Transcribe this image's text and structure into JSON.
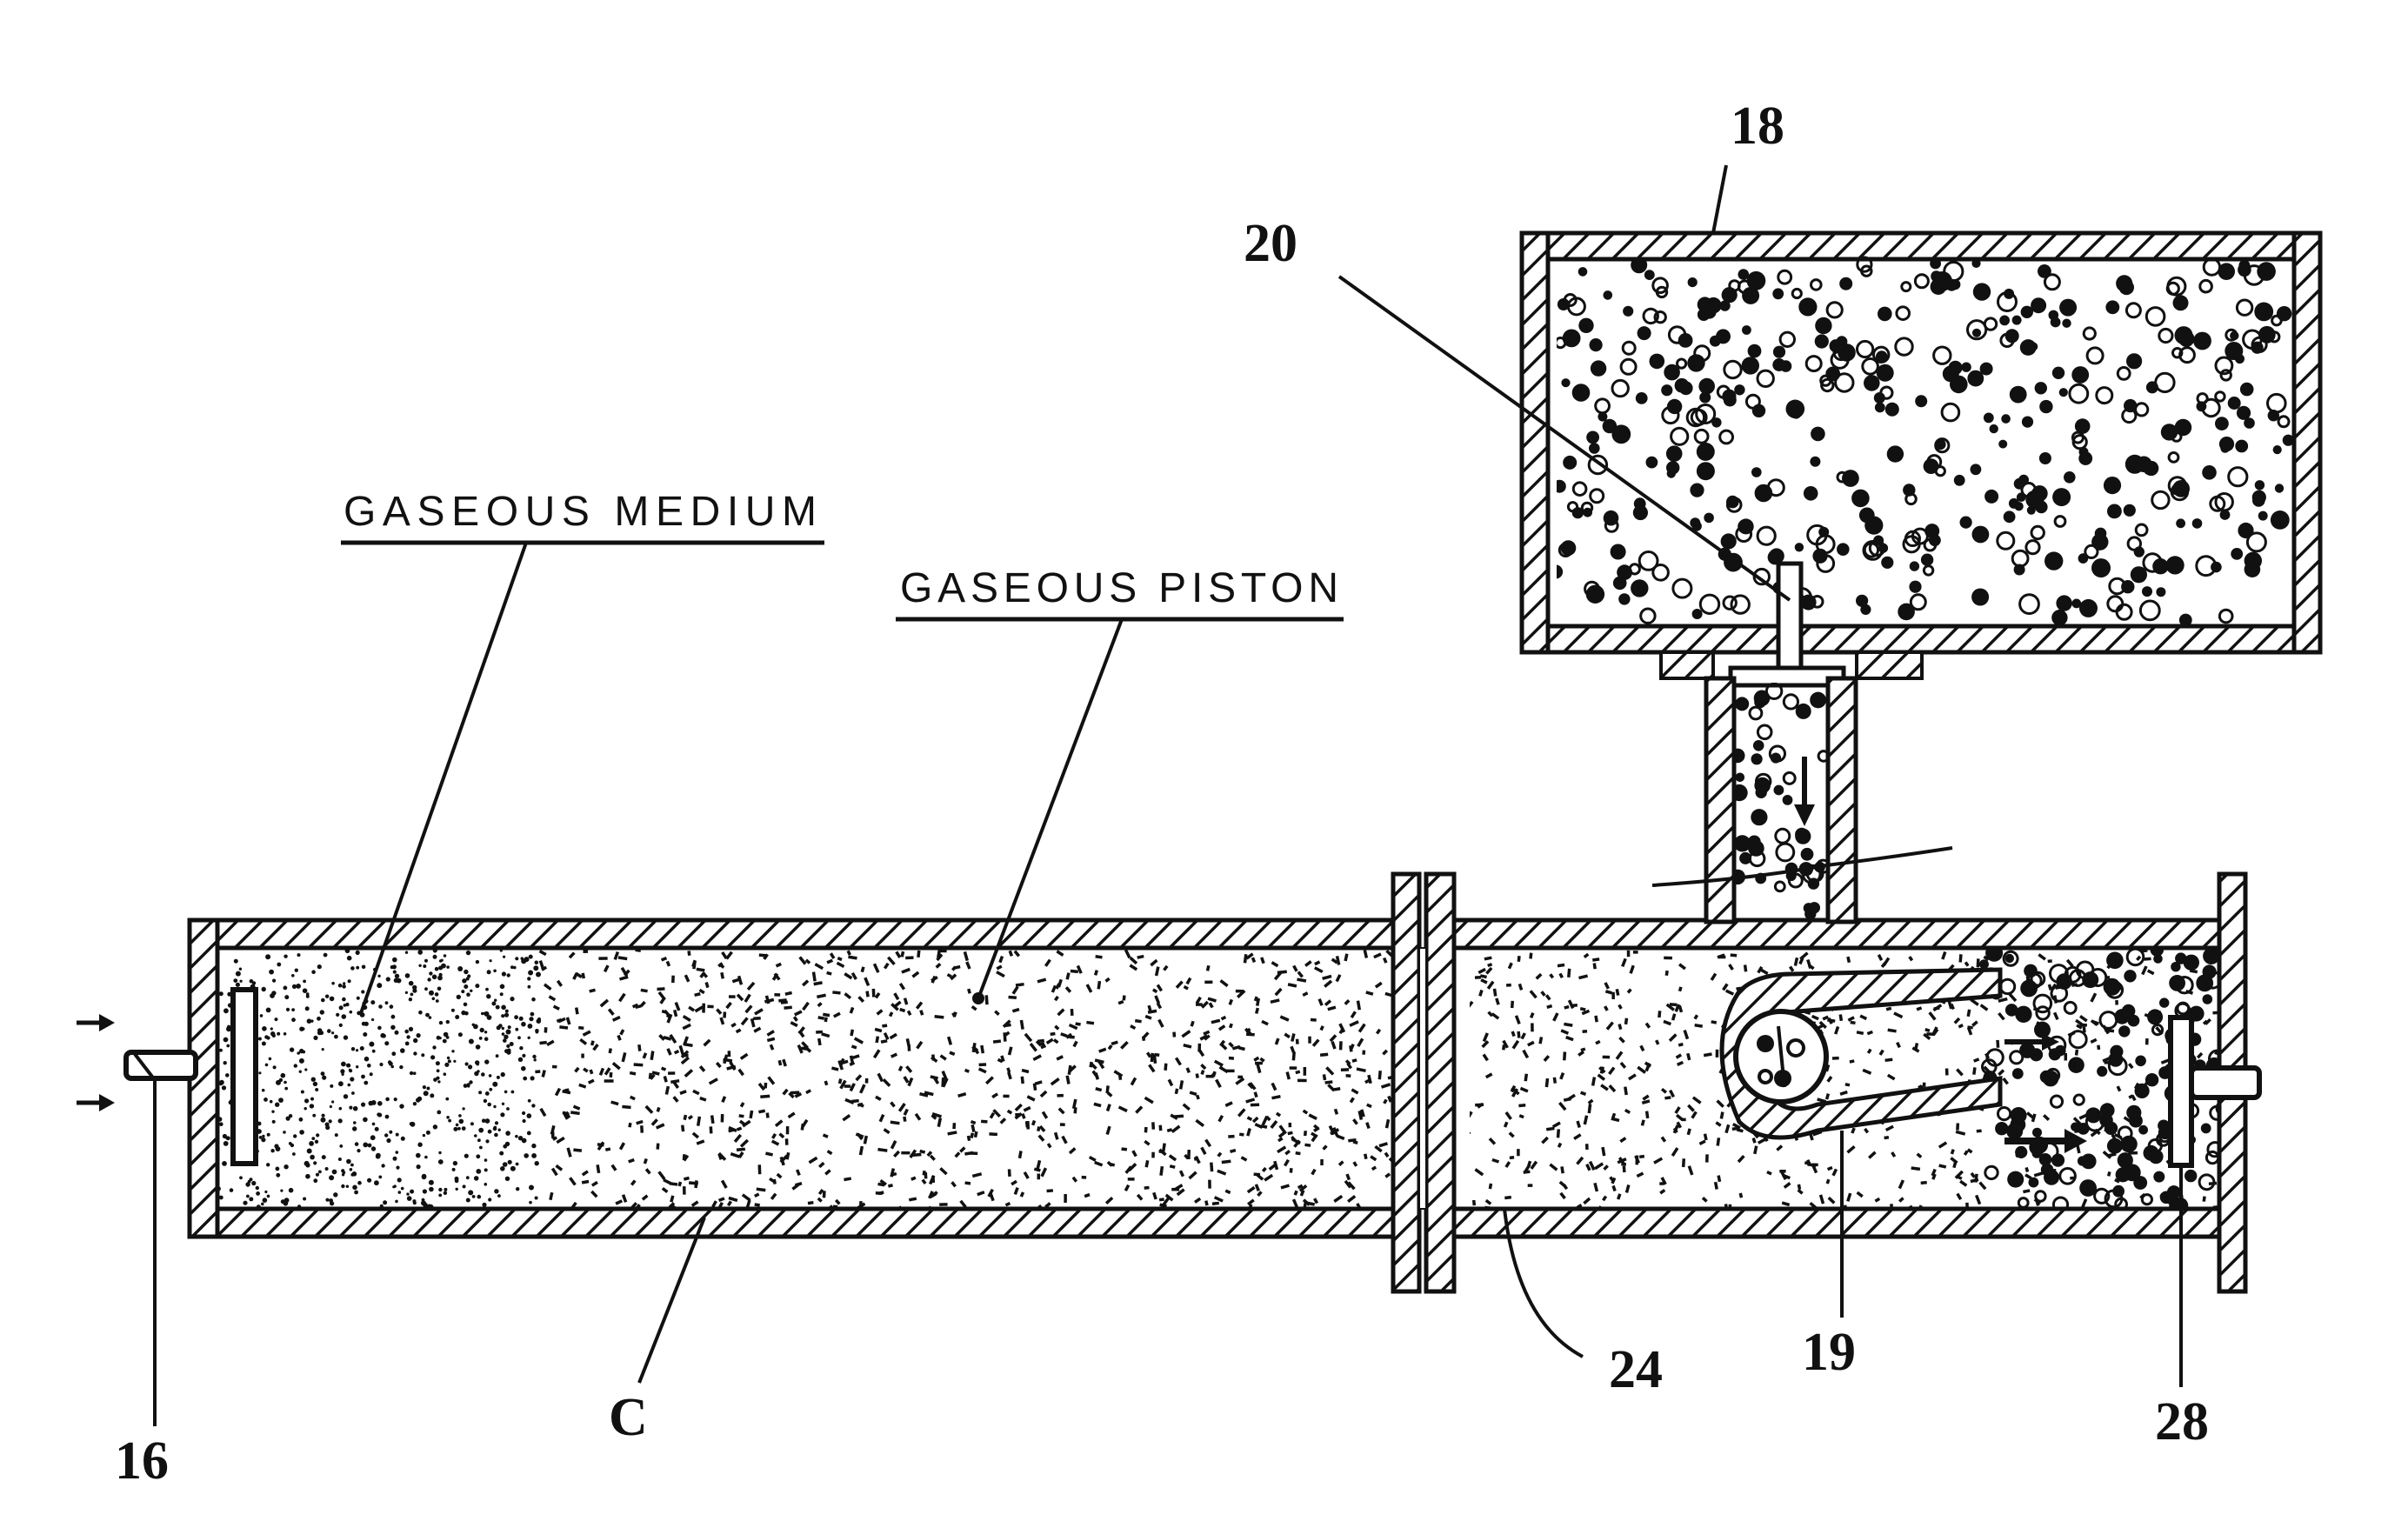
{
  "labels": {
    "gaseous_medium": "GASEOUS  MEDIUM",
    "gaseous_piston": "GASEOUS  PISTON"
  },
  "refs": {
    "r18": "18",
    "r20": "20",
    "r16": "16",
    "rC": "C",
    "r24": "24",
    "r19": "19",
    "r28": "28"
  },
  "colors": {
    "ink": "#111111",
    "paper": "#ffffff"
  }
}
